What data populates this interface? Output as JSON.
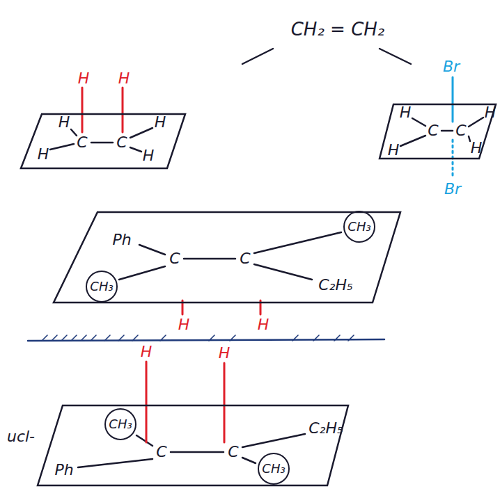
{
  "diagram": {
    "nodes": [
      {
        "text": [
          "H",
          "H",
          "C",
          "C",
          "H",
          "H"
        ]
      },
      {
        "text": [
          "H",
          "H",
          "C",
          "C",
          "H",
          "H"
        ]
      },
      {
        "text": [
          "Ph",
          "C",
          "C",
          "C₂H₅"
        ]
      },
      {
        "text": [
          "CH₃"
        ],
        "in": 2
      },
      {
        "text": [
          "CH₃"
        ],
        "in": 2
      },
      {
        "text": [
          "C",
          "C",
          "C₂H₅",
          "Ph"
        ]
      },
      {
        "text": [
          "CH₃"
        ],
        "in": 5
      },
      {
        "text": [
          "CH₃"
        ],
        "in": 5
      }
    ],
    "labels": [
      "CH₂ = CH₂",
      "H",
      "H",
      "Br",
      "Br",
      "H",
      "H",
      "H",
      "H",
      "ucl-"
    ]
  }
}
